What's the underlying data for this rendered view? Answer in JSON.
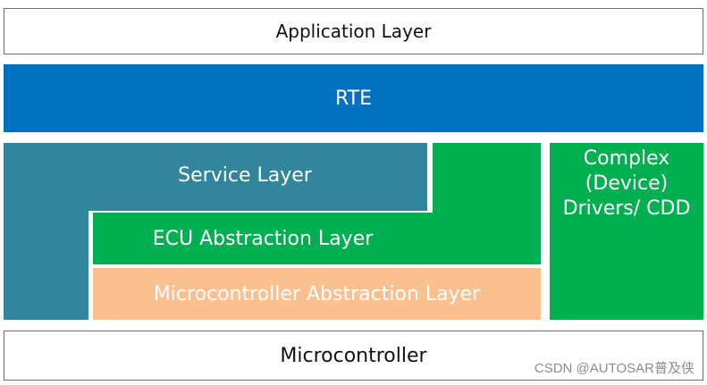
{
  "layers": {
    "application": "Application Layer",
    "rte": "RTE",
    "service": "Service Layer",
    "ecu_abstraction": "ECU Abstraction Layer",
    "mcal": "Microcontroller Abstraction Layer",
    "cdd": [
      "Complex",
      "(Device)",
      "Drivers/ CDD"
    ],
    "microcontroller": "Microcontroller"
  },
  "watermark": "CSDN @AUTOSAR普及侠",
  "colors": {
    "rte": "#0070c0",
    "service": "#31859c",
    "ecu_abstraction": "#00b050",
    "mcal": "#fac090",
    "cdd": "#00b050"
  }
}
